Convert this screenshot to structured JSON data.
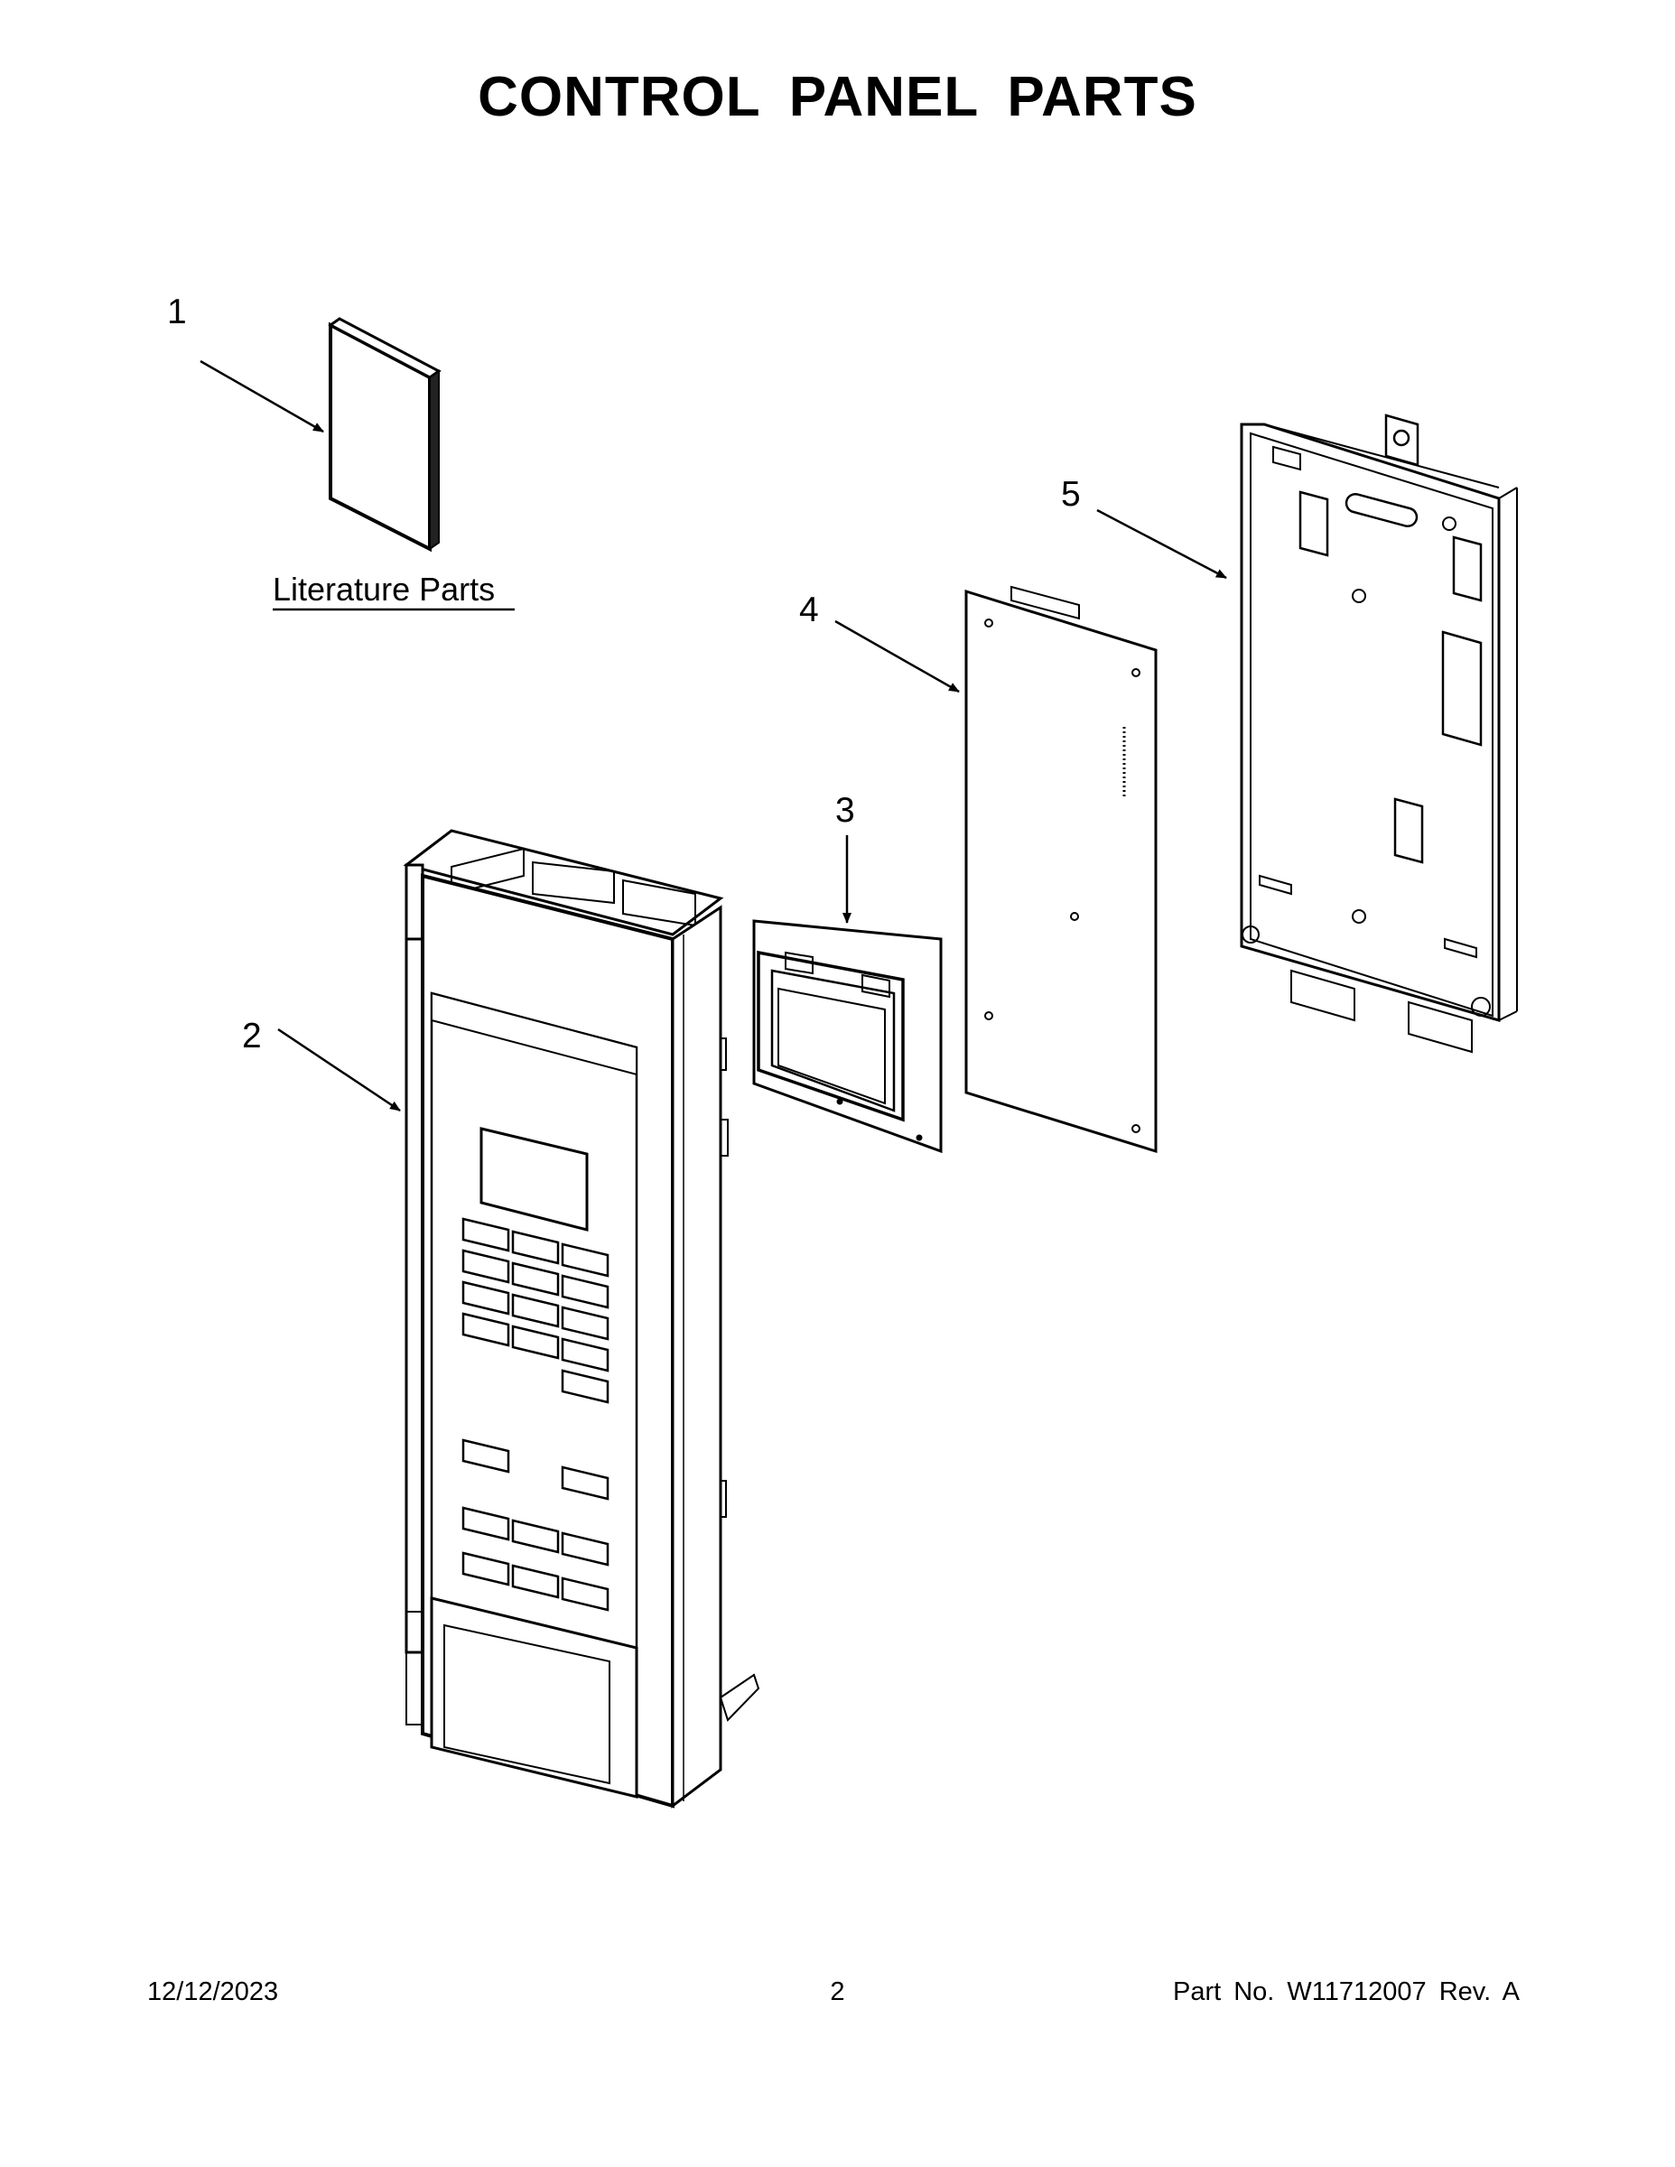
{
  "title": "CONTROL PANEL PARTS",
  "callouts": {
    "c1": "1",
    "c2": "2",
    "c3": "3",
    "c4": "4",
    "c5": "5"
  },
  "literature_label": "Literature Parts",
  "footer": {
    "date": "12/12/2023",
    "page": "2",
    "part": "Part No.  W11712007  Rev.  A"
  }
}
